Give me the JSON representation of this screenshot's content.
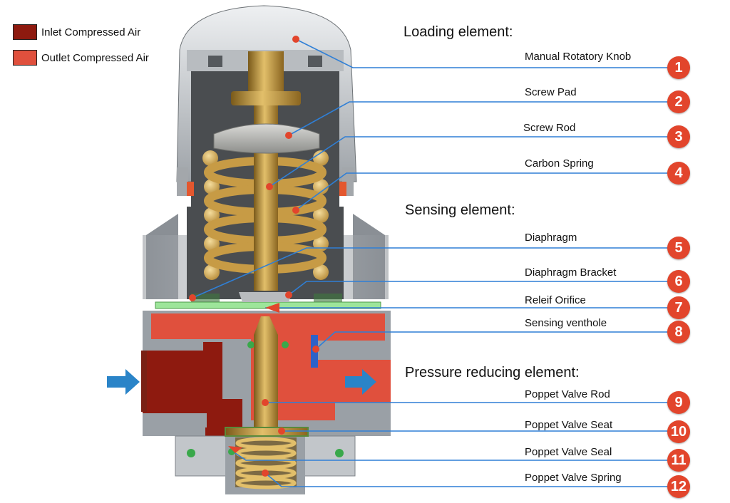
{
  "colors": {
    "inlet": "#8e1a0f",
    "outlet": "#e0503d",
    "callout_line": "#2f7fd6",
    "badge": "#e2452c",
    "flow_arrow": "#2a84c8"
  },
  "legend": [
    {
      "label": "Inlet Compressed Air",
      "color_key": "inlet"
    },
    {
      "label": "Outlet Compressed Air",
      "color_key": "outlet"
    }
  ],
  "sections": [
    {
      "title": "Loading element:"
    },
    {
      "title": "Sensing element:"
    },
    {
      "title": "Pressure reducing element:"
    }
  ],
  "parts": [
    {
      "number": "1",
      "label": "Manual Rotatory Knob"
    },
    {
      "number": "2",
      "label": "Screw Pad"
    },
    {
      "number": "3",
      "label": "Screw Rod"
    },
    {
      "number": "4",
      "label": "Carbon Spring"
    },
    {
      "number": "5",
      "label": "Diaphragm"
    },
    {
      "number": "6",
      "label": "Diaphragm Bracket"
    },
    {
      "number": "7",
      "label": "Releif Orifice"
    },
    {
      "number": "8",
      "label": "Sensing venthole"
    },
    {
      "number": "9",
      "label": "Poppet Valve Rod"
    },
    {
      "number": "10",
      "label": "Poppet Valve Seat"
    },
    {
      "number": "11",
      "label": "Poppet Valve Seal"
    },
    {
      "number": "12",
      "label": "Poppet Valve Spring"
    }
  ]
}
